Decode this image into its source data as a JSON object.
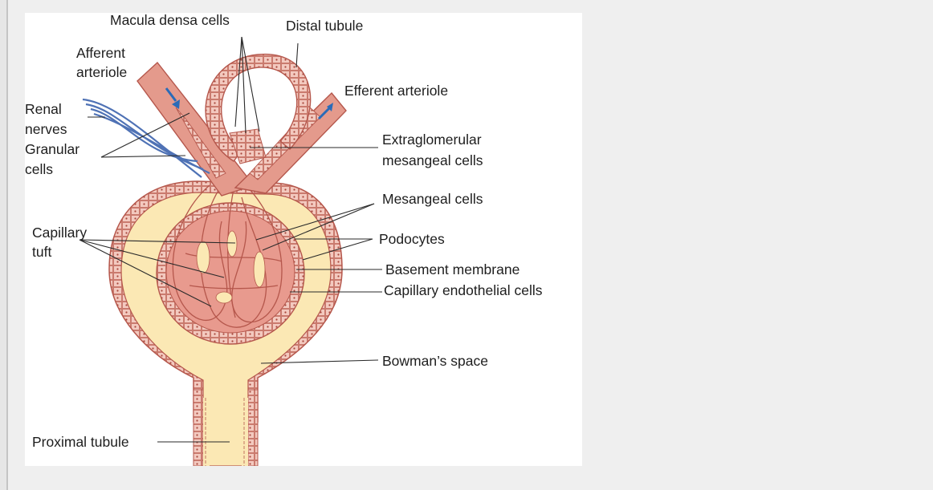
{
  "labels": {
    "macula_densa_cells": "Macula densa cells",
    "distal_tubule": "Distal tubule",
    "afferent_arteriole_line1": "Afferent",
    "afferent_arteriole_line2": "arteriole",
    "efferent_arteriole": "Efferent arteriole",
    "renal_nerves_line1": "Renal",
    "renal_nerves_line2": "nerves",
    "granular_cells_line1": "Granular",
    "granular_cells_line2": "cells",
    "extraglomerular_line1": "Extraglomerular",
    "extraglomerular_line2": "mesangeal cells",
    "mesangeal_cells": "Mesangeal cells",
    "capillary_tuft_line1": "Capillary",
    "capillary_tuft_line2": "tuft",
    "podocytes": "Podocytes",
    "basement_membrane": "Basement membrane",
    "capillary_endothelial_cells": "Capillary endothelial cells",
    "bowmans_space": "Bowman’s space",
    "proximal_tubule": "Proximal tubule"
  },
  "colors": {
    "vessel": "#e49a8c",
    "vessel_outline": "#b5574c",
    "capsule_fill": "#fbe8b4",
    "nerve": "#4f72b5",
    "flow_arrow": "#2a6bb8",
    "panel": "#ffffff",
    "background": "#efefef"
  }
}
